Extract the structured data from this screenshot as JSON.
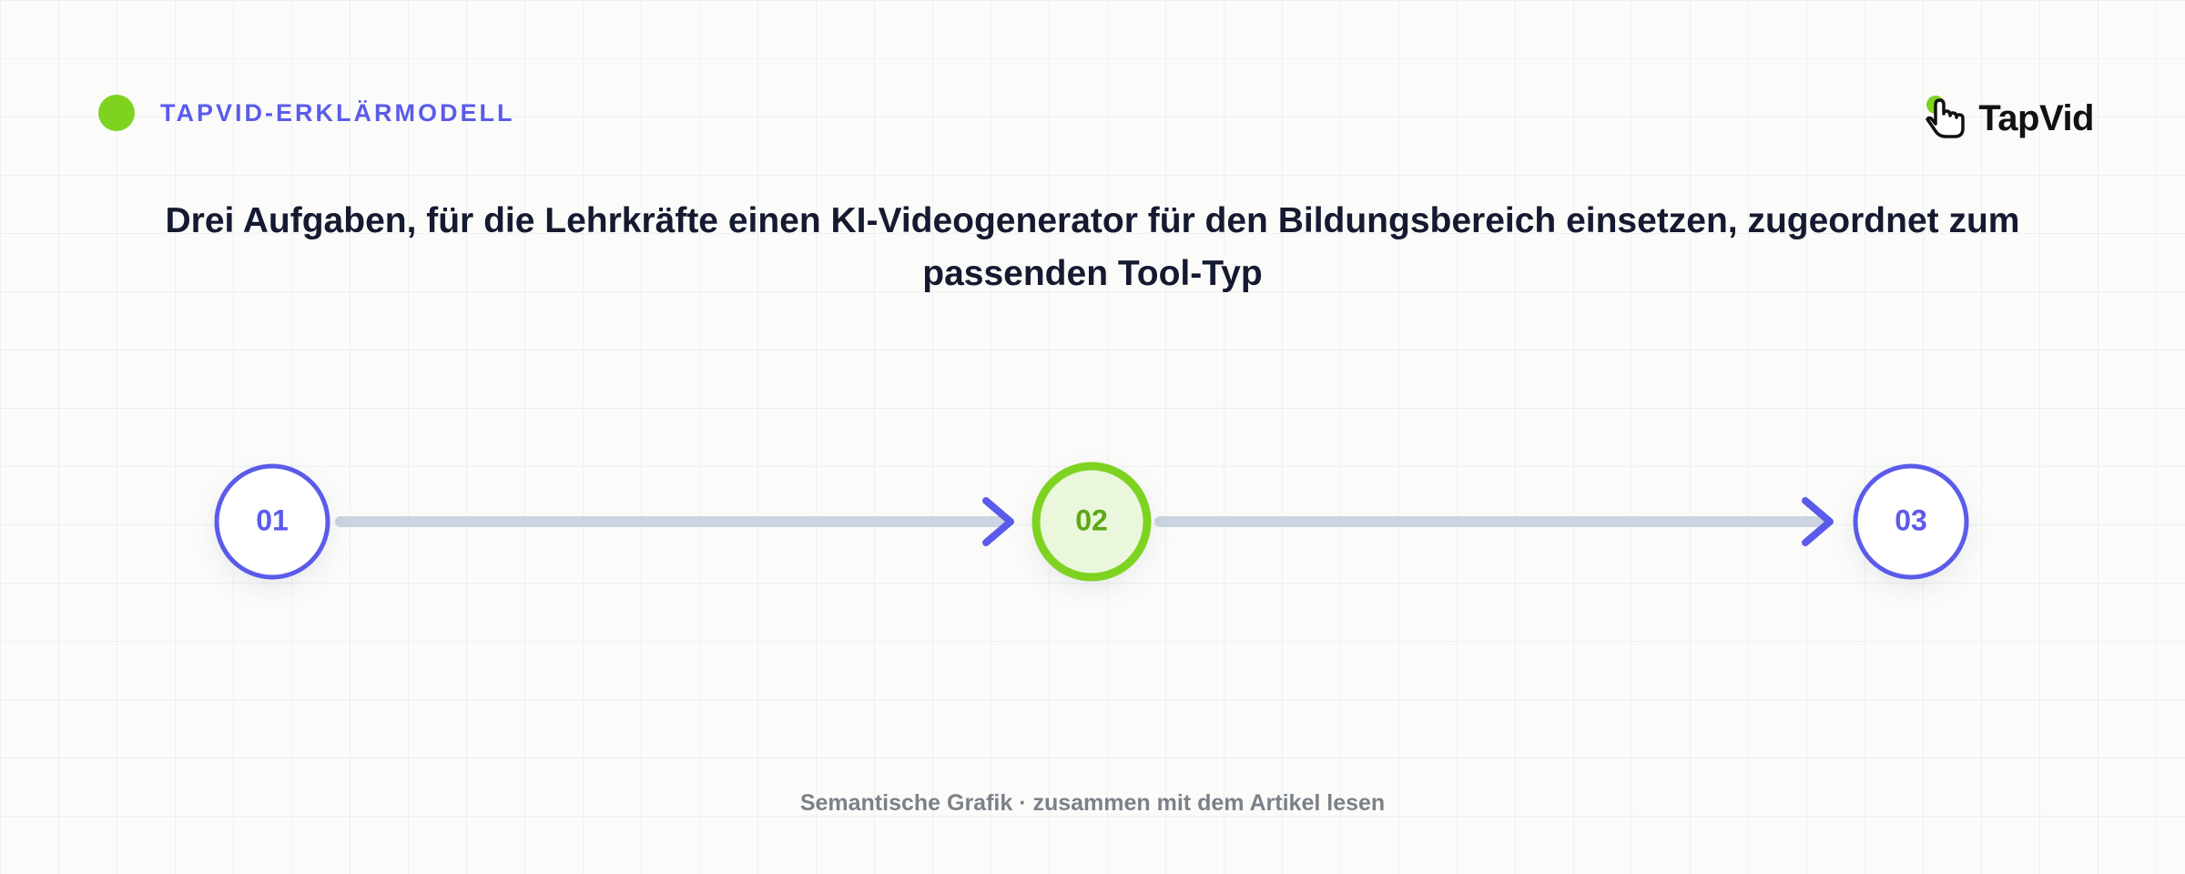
{
  "header": {
    "eyebrow": "TAPVID-ERKLÄRMODELL",
    "logo_text": "TapVid",
    "logo_icon": "pointing-hand-icon"
  },
  "title": "Drei Aufgaben, für die Lehrkräfte einen KI-Videogenerator für den Bildungsbereich einsetzen, zugeordnet zum passenden Tool-Typ",
  "steps": [
    {
      "label": "01",
      "active": false
    },
    {
      "label": "02",
      "active": true
    },
    {
      "label": "03",
      "active": false
    }
  ],
  "footer": "Semantische Grafik · zusammen mit dem Artikel lesen",
  "colors": {
    "accent": "#5b5bea",
    "highlight": "#7ed321",
    "highlight_text": "#5da815",
    "highlight_fill": "#eaf7dc",
    "connector": "#cbd4e0",
    "title": "#151a30",
    "footer": "#7b8089"
  }
}
